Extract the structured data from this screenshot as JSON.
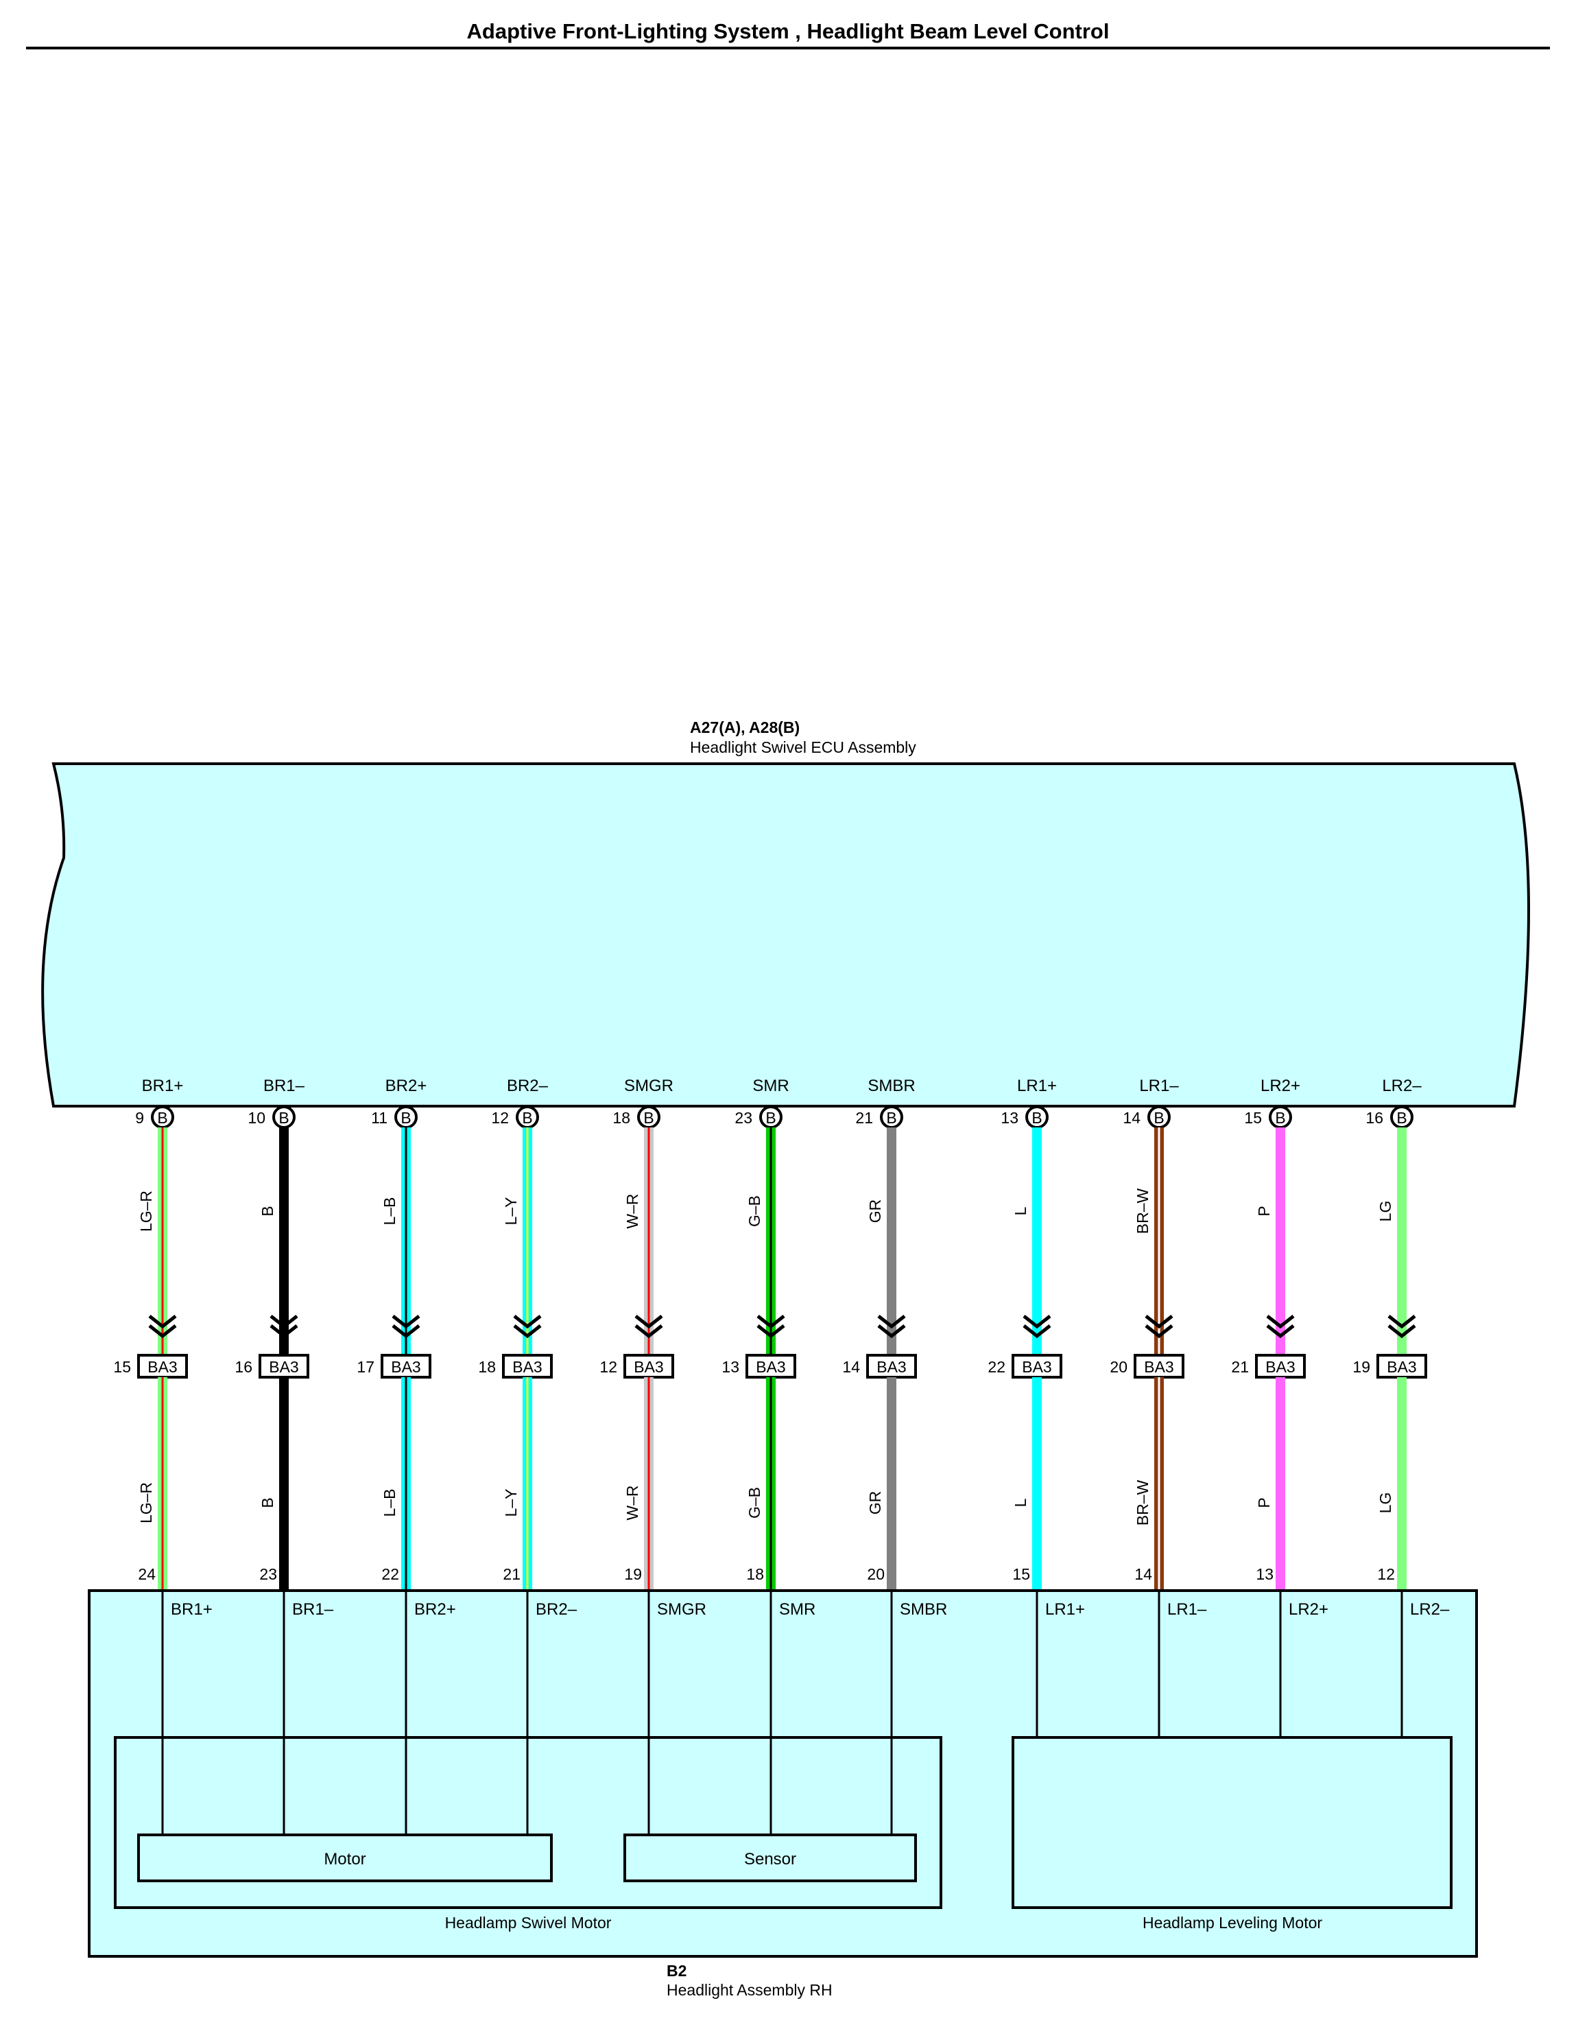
{
  "title": "Adaptive Front-Lighting System , Headlight Beam Level Control",
  "colors": {
    "box_fill": "#ccffff",
    "outline": "#000000"
  },
  "ecu": {
    "code": "A27(A), A28(B)",
    "name": "Headlight Swivel ECU Assembly"
  },
  "headlight": {
    "code": "B2",
    "name": "Headlight Assembly RH"
  },
  "swivel_motor": {
    "name": "Headlamp Swivel Motor",
    "motor_label": "Motor",
    "sensor_label": "Sensor"
  },
  "leveling_motor": {
    "name": "Headlamp Leveling Motor"
  },
  "connector_letter": "B",
  "junction_code": "BA3",
  "circuits": [
    {
      "signal": "BR1+",
      "ecu_pin": "9",
      "wire": "LG–R",
      "base": "#80ff80",
      "stripe": "#ff0000",
      "jpin": "15",
      "hpin": "24",
      "group": "motor"
    },
    {
      "signal": "BR1–",
      "ecu_pin": "10",
      "wire": "B",
      "base": "#000000",
      "stripe": "",
      "jpin": "16",
      "hpin": "23",
      "group": "motor"
    },
    {
      "signal": "BR2+",
      "ecu_pin": "11",
      "wire": "L–B",
      "base": "#00ffff",
      "stripe": "#000000",
      "jpin": "17",
      "hpin": "22",
      "group": "motor"
    },
    {
      "signal": "BR2–",
      "ecu_pin": "12",
      "wire": "L–Y",
      "base": "#00ffff",
      "stripe": "#ffff00",
      "jpin": "18",
      "hpin": "21",
      "group": "motor"
    },
    {
      "signal": "SMGR",
      "ecu_pin": "18",
      "wire": "W–R",
      "base": "#c8c8c8",
      "stripe": "#ff0000",
      "jpin": "12",
      "hpin": "19",
      "group": "sensor"
    },
    {
      "signal": "SMR",
      "ecu_pin": "23",
      "wire": "G–B",
      "base": "#00cc00",
      "stripe": "#000000",
      "jpin": "13",
      "hpin": "18",
      "group": "sensor"
    },
    {
      "signal": "SMBR",
      "ecu_pin": "21",
      "wire": "GR",
      "base": "#808080",
      "stripe": "",
      "jpin": "14",
      "hpin": "20",
      "group": "sensor"
    },
    {
      "signal": "LR1+",
      "ecu_pin": "13",
      "wire": "L",
      "base": "#00ffff",
      "stripe": "",
      "jpin": "22",
      "hpin": "15",
      "group": "leveling"
    },
    {
      "signal": "LR1–",
      "ecu_pin": "14",
      "wire": "BR–W",
      "base": "#8b3a0f",
      "stripe": "#ffffff",
      "jpin": "20",
      "hpin": "14",
      "group": "leveling"
    },
    {
      "signal": "LR2+",
      "ecu_pin": "15",
      "wire": "P",
      "base": "#ff66ff",
      "stripe": "",
      "jpin": "21",
      "hpin": "13",
      "group": "leveling"
    },
    {
      "signal": "LR2–",
      "ecu_pin": "16",
      "wire": "LG",
      "base": "#80ff80",
      "stripe": "",
      "jpin": "19",
      "hpin": "12",
      "group": "leveling"
    }
  ]
}
